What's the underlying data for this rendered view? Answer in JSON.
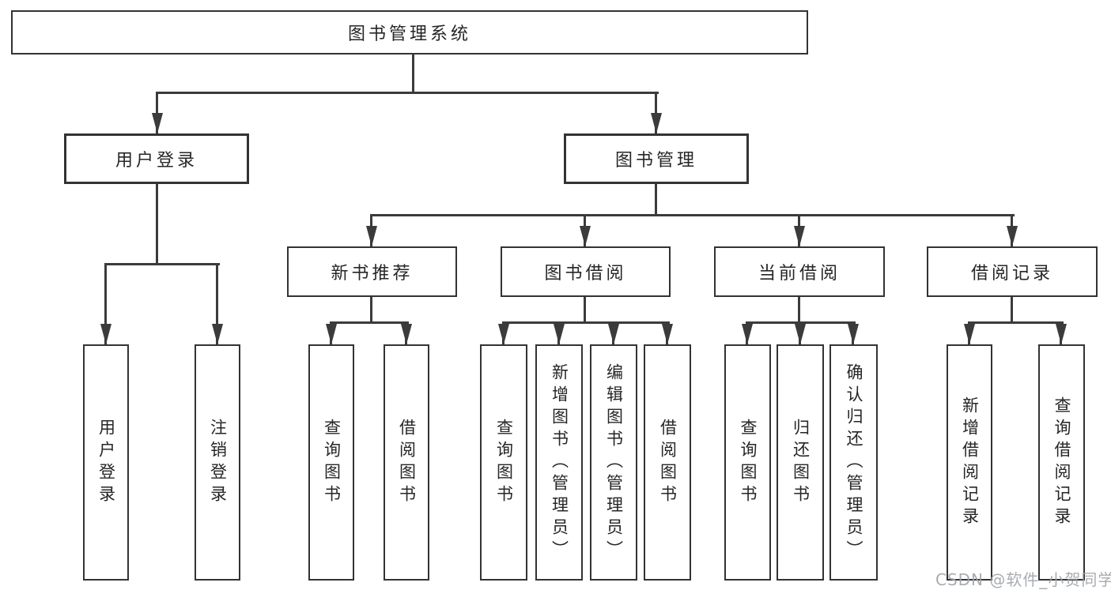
{
  "root": {
    "label": "图书管理系统"
  },
  "branches": [
    {
      "label": "用户登录",
      "children": [
        {
          "label": "用户登录"
        },
        {
          "label": "注销登录"
        }
      ]
    },
    {
      "label": "图书管理",
      "children": [
        {
          "label": "新书推荐",
          "children": [
            {
              "label": "查询图书"
            },
            {
              "label": "借阅图书"
            }
          ]
        },
        {
          "label": "图书借阅",
          "children": [
            {
              "label": "查询图书"
            },
            {
              "label": "新增图书（管理员）"
            },
            {
              "label": "编辑图书（管理员）"
            },
            {
              "label": "借阅图书"
            }
          ]
        },
        {
          "label": "当前借阅",
          "children": [
            {
              "label": "查询图书"
            },
            {
              "label": "归还图书"
            },
            {
              "label": "确认归还（管理员）"
            }
          ]
        },
        {
          "label": "借阅记录",
          "children": [
            {
              "label": "新增借阅记录"
            },
            {
              "label": "查询借阅记录"
            }
          ]
        }
      ]
    }
  ],
  "watermark": {
    "text": "CSDN @软件_小贺同学"
  },
  "colors": {
    "line": "#3b3b3b",
    "box_border": "#333333",
    "box_fill": "#ffffff",
    "text": "#262626",
    "watermark": "#9ea3a9"
  }
}
